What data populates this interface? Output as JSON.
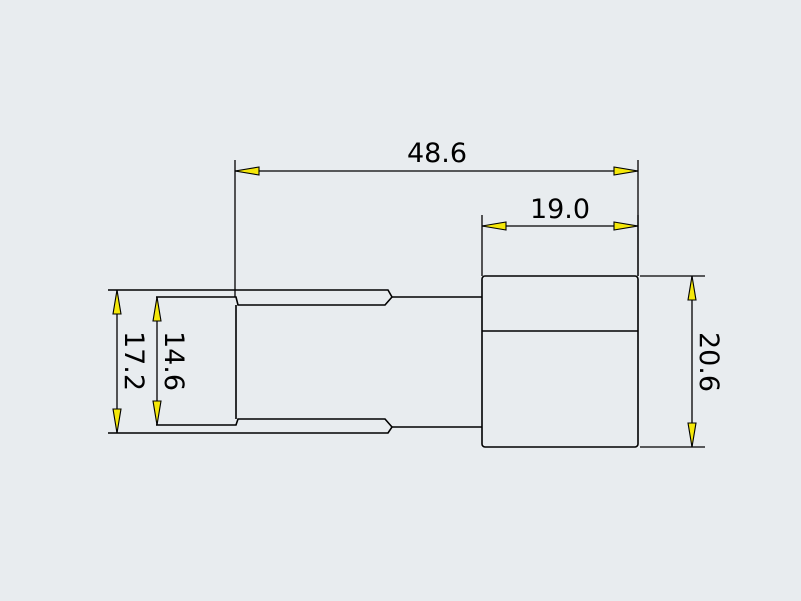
{
  "diagram": {
    "background_color": "#e8ecef",
    "arrow_color": "#f5e80a",
    "dimensions": {
      "overall_length": "48.6",
      "head_length": "19.0",
      "head_height": "20.6",
      "flange_height": "17.2",
      "body_height": "14.6"
    }
  }
}
